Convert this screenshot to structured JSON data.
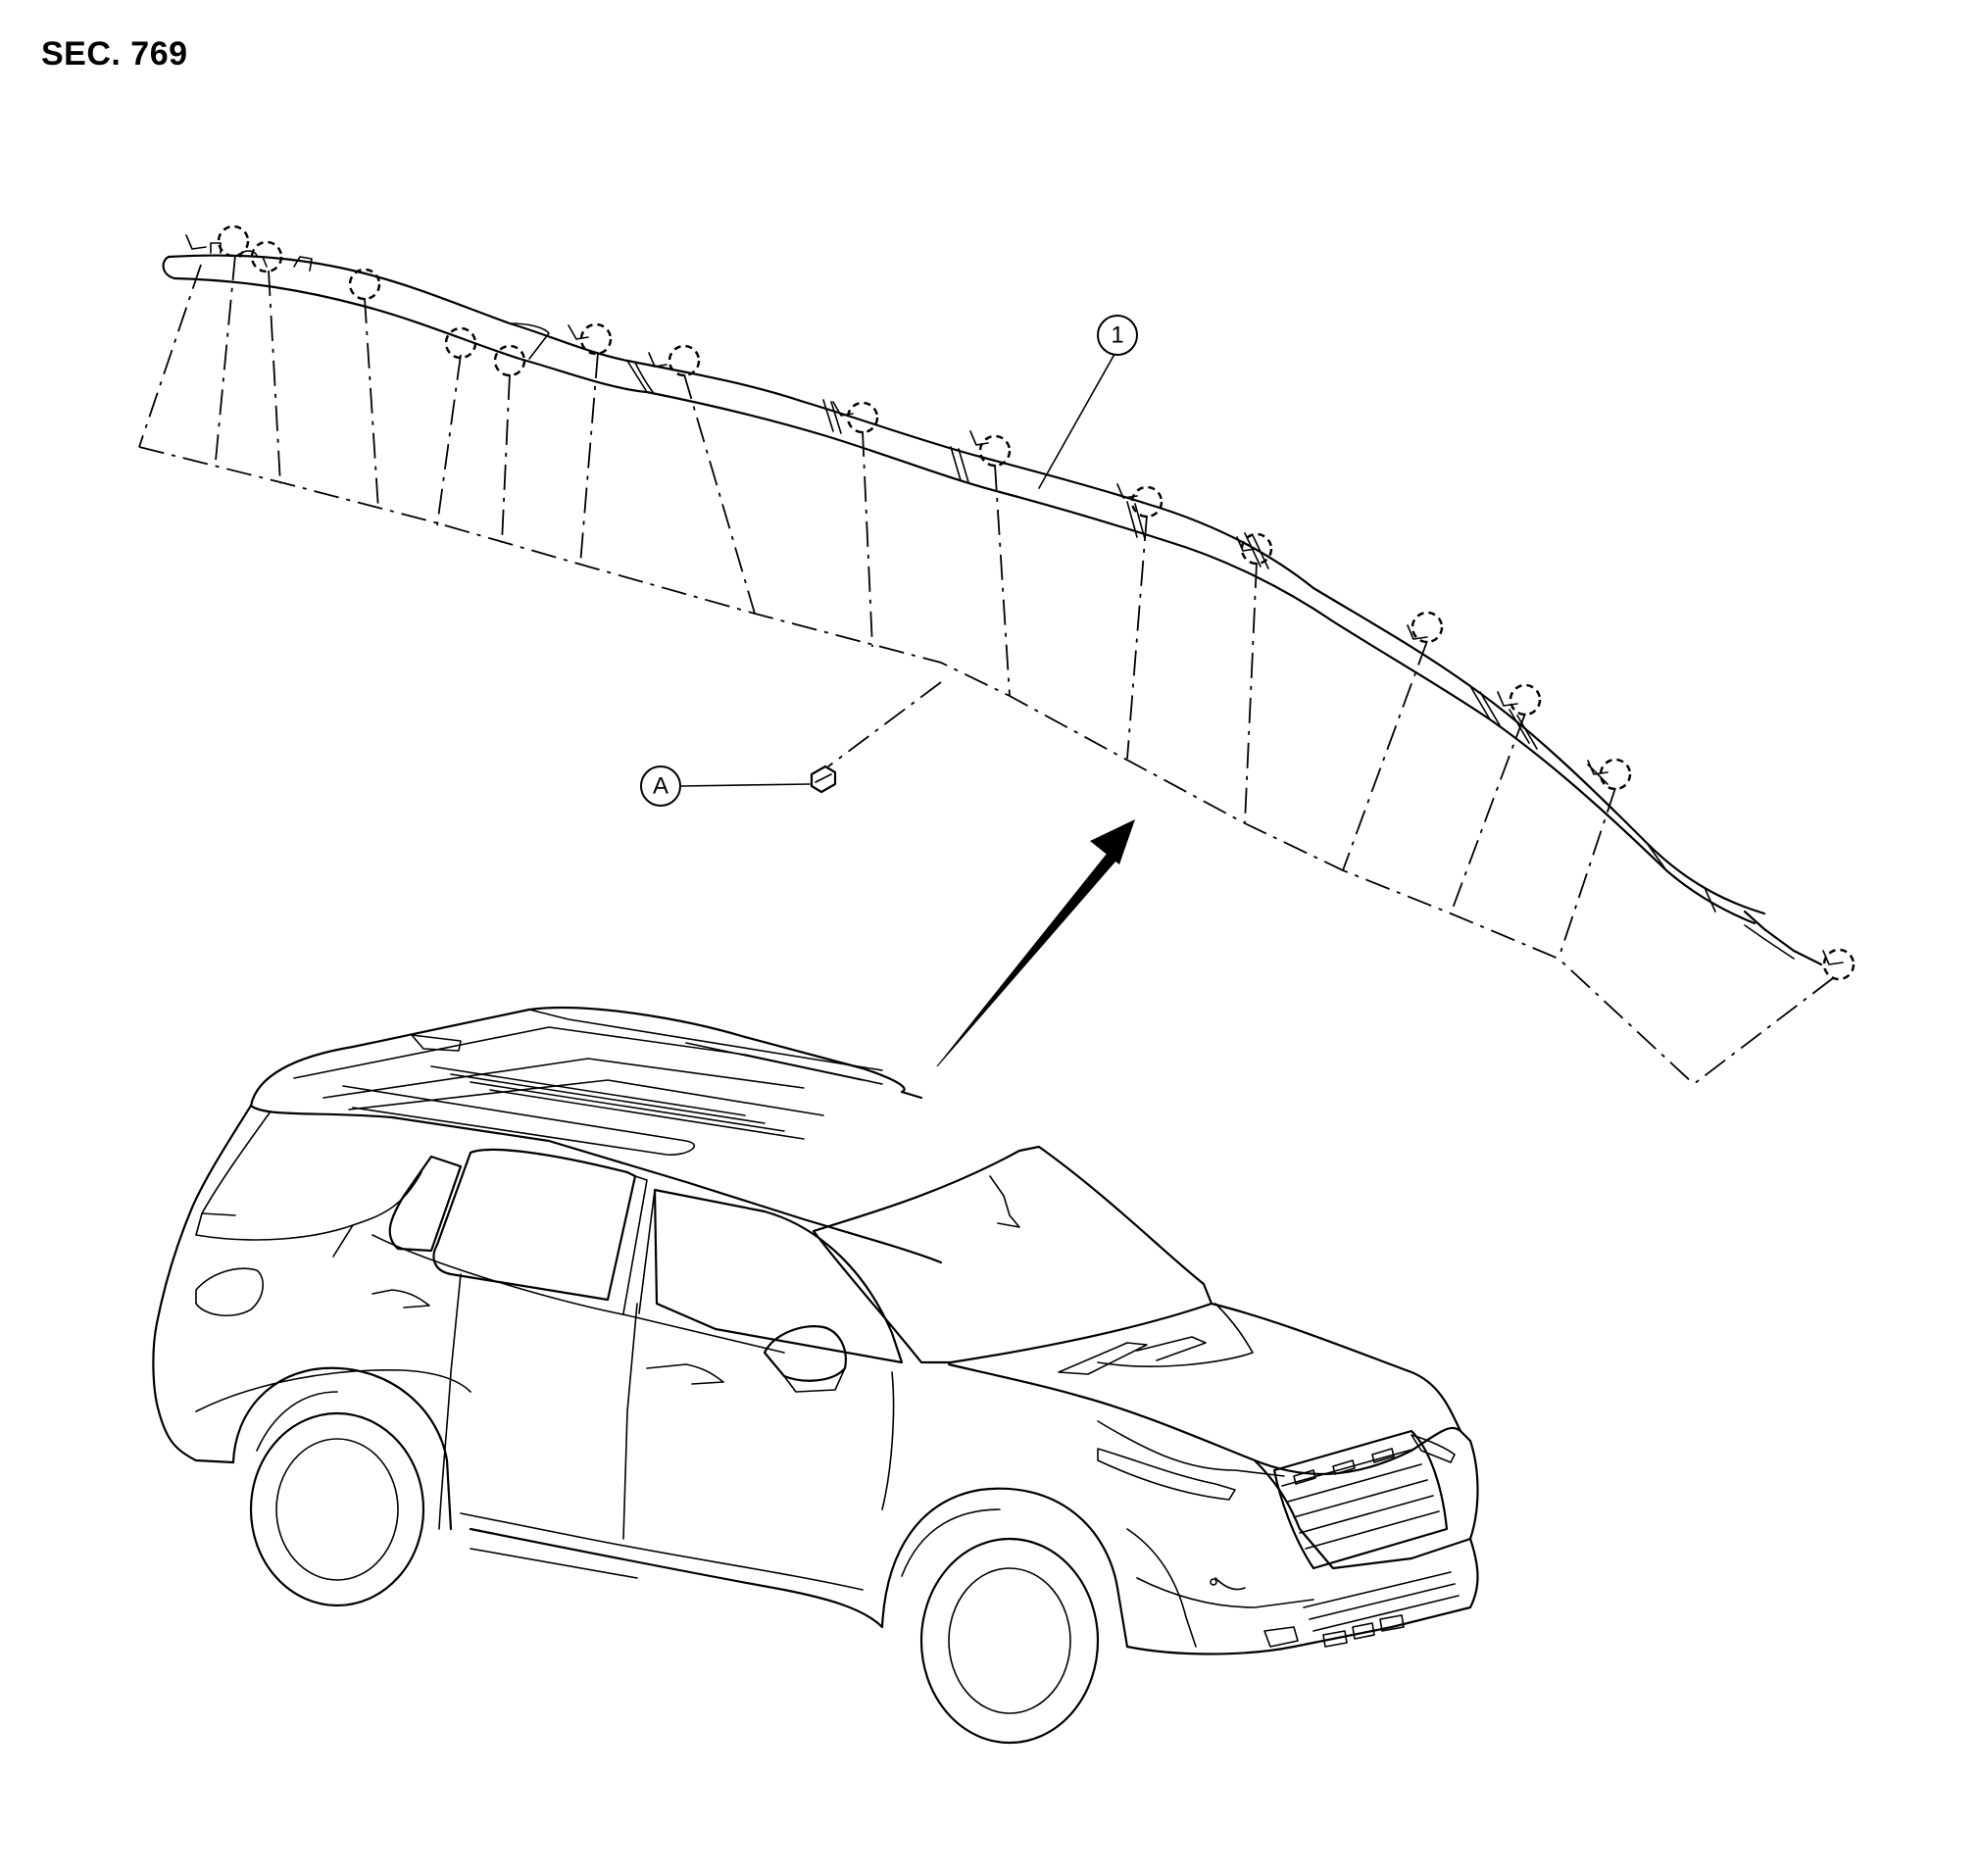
{
  "section_label": "SEC. 769",
  "callouts": {
    "part_1": "1",
    "part_a": "A"
  },
  "icons": {
    "arrow": "direction-arrow-icon",
    "clip": "dashed-circle-clip-icon",
    "bolt": "bolt-icon"
  }
}
